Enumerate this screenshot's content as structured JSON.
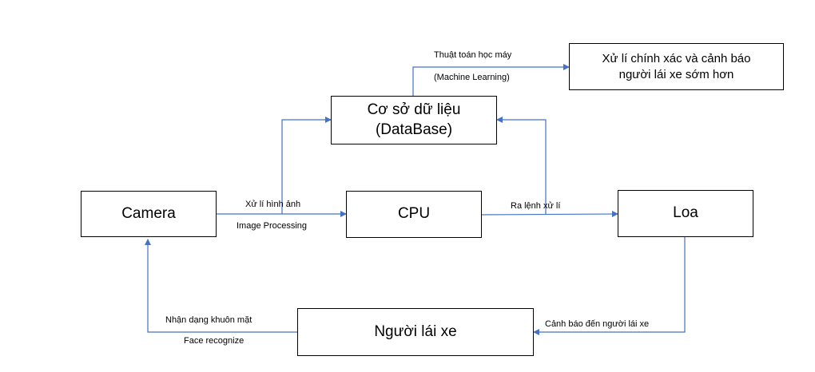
{
  "nodes": {
    "camera": {
      "label": "Camera"
    },
    "cpu": {
      "label": "CPU"
    },
    "loa": {
      "label": "Loa"
    },
    "database": {
      "line1": "Cơ sở dữ liệu",
      "line2": "(DataBase)"
    },
    "result": {
      "line1": "Xử lí chính xác và cảnh báo",
      "line2": "người lái xe sớm hơn"
    },
    "driver": {
      "label": "Người lái xe"
    }
  },
  "edges": {
    "camera_cpu": {
      "label": "Xử lí hình ảnh",
      "sublabel": "Image Processing"
    },
    "cpu_loa": {
      "label": "Ra lệnh xử lí"
    },
    "db_result": {
      "label": "Thuật toán học máy",
      "sublabel": "(Machine Learning)"
    },
    "loa_driver": {
      "label": "Cảnh báo đến người lái xe"
    },
    "driver_camera": {
      "label": "Nhận dạng khuôn mặt",
      "sublabel": "Face recognize"
    }
  },
  "colors": {
    "arrow": "#4472C4",
    "border": "#000000"
  }
}
